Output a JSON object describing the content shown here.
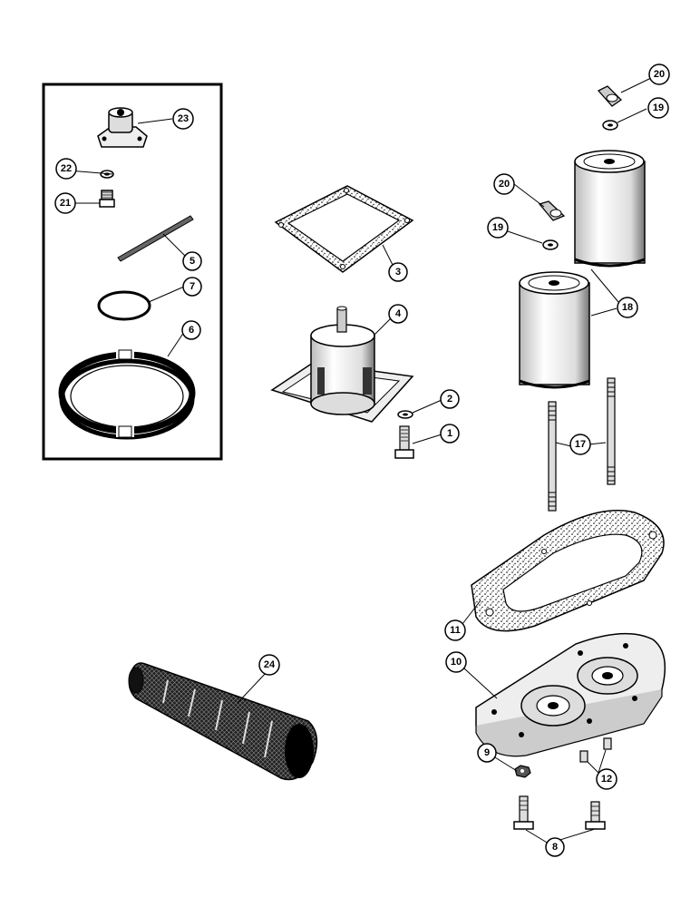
{
  "callouts": {
    "c1": "1",
    "c2": "2",
    "c3": "3",
    "c4": "4",
    "c5": "5",
    "c6": "6",
    "c7": "7",
    "c8": "8",
    "c9": "9",
    "c10": "10",
    "c11": "11",
    "c12": "12",
    "c17": "17",
    "c18": "18",
    "c19a": "19",
    "c19b": "19",
    "c20a": "20",
    "c20b": "20",
    "c21": "21",
    "c22": "22",
    "c23": "23",
    "c24": "24"
  }
}
